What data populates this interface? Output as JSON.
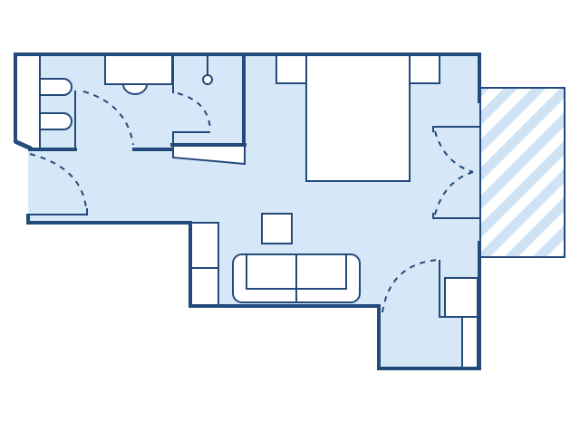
{
  "floor_plan": {
    "colors": {
      "floor": "#d6e8f7",
      "wall": "#224a7a",
      "furniture": "#ffffff",
      "balcony_stripe": "#cfe3f5"
    },
    "rooms": [
      "bathroom",
      "hallway",
      "living-bedroom",
      "closet-nook",
      "balcony"
    ],
    "furniture": [
      "bed",
      "nightstand",
      "nightstand",
      "sofa",
      "stool",
      "cabinet",
      "toilet",
      "sinks",
      "shower",
      "wardrobe",
      "desk"
    ]
  }
}
